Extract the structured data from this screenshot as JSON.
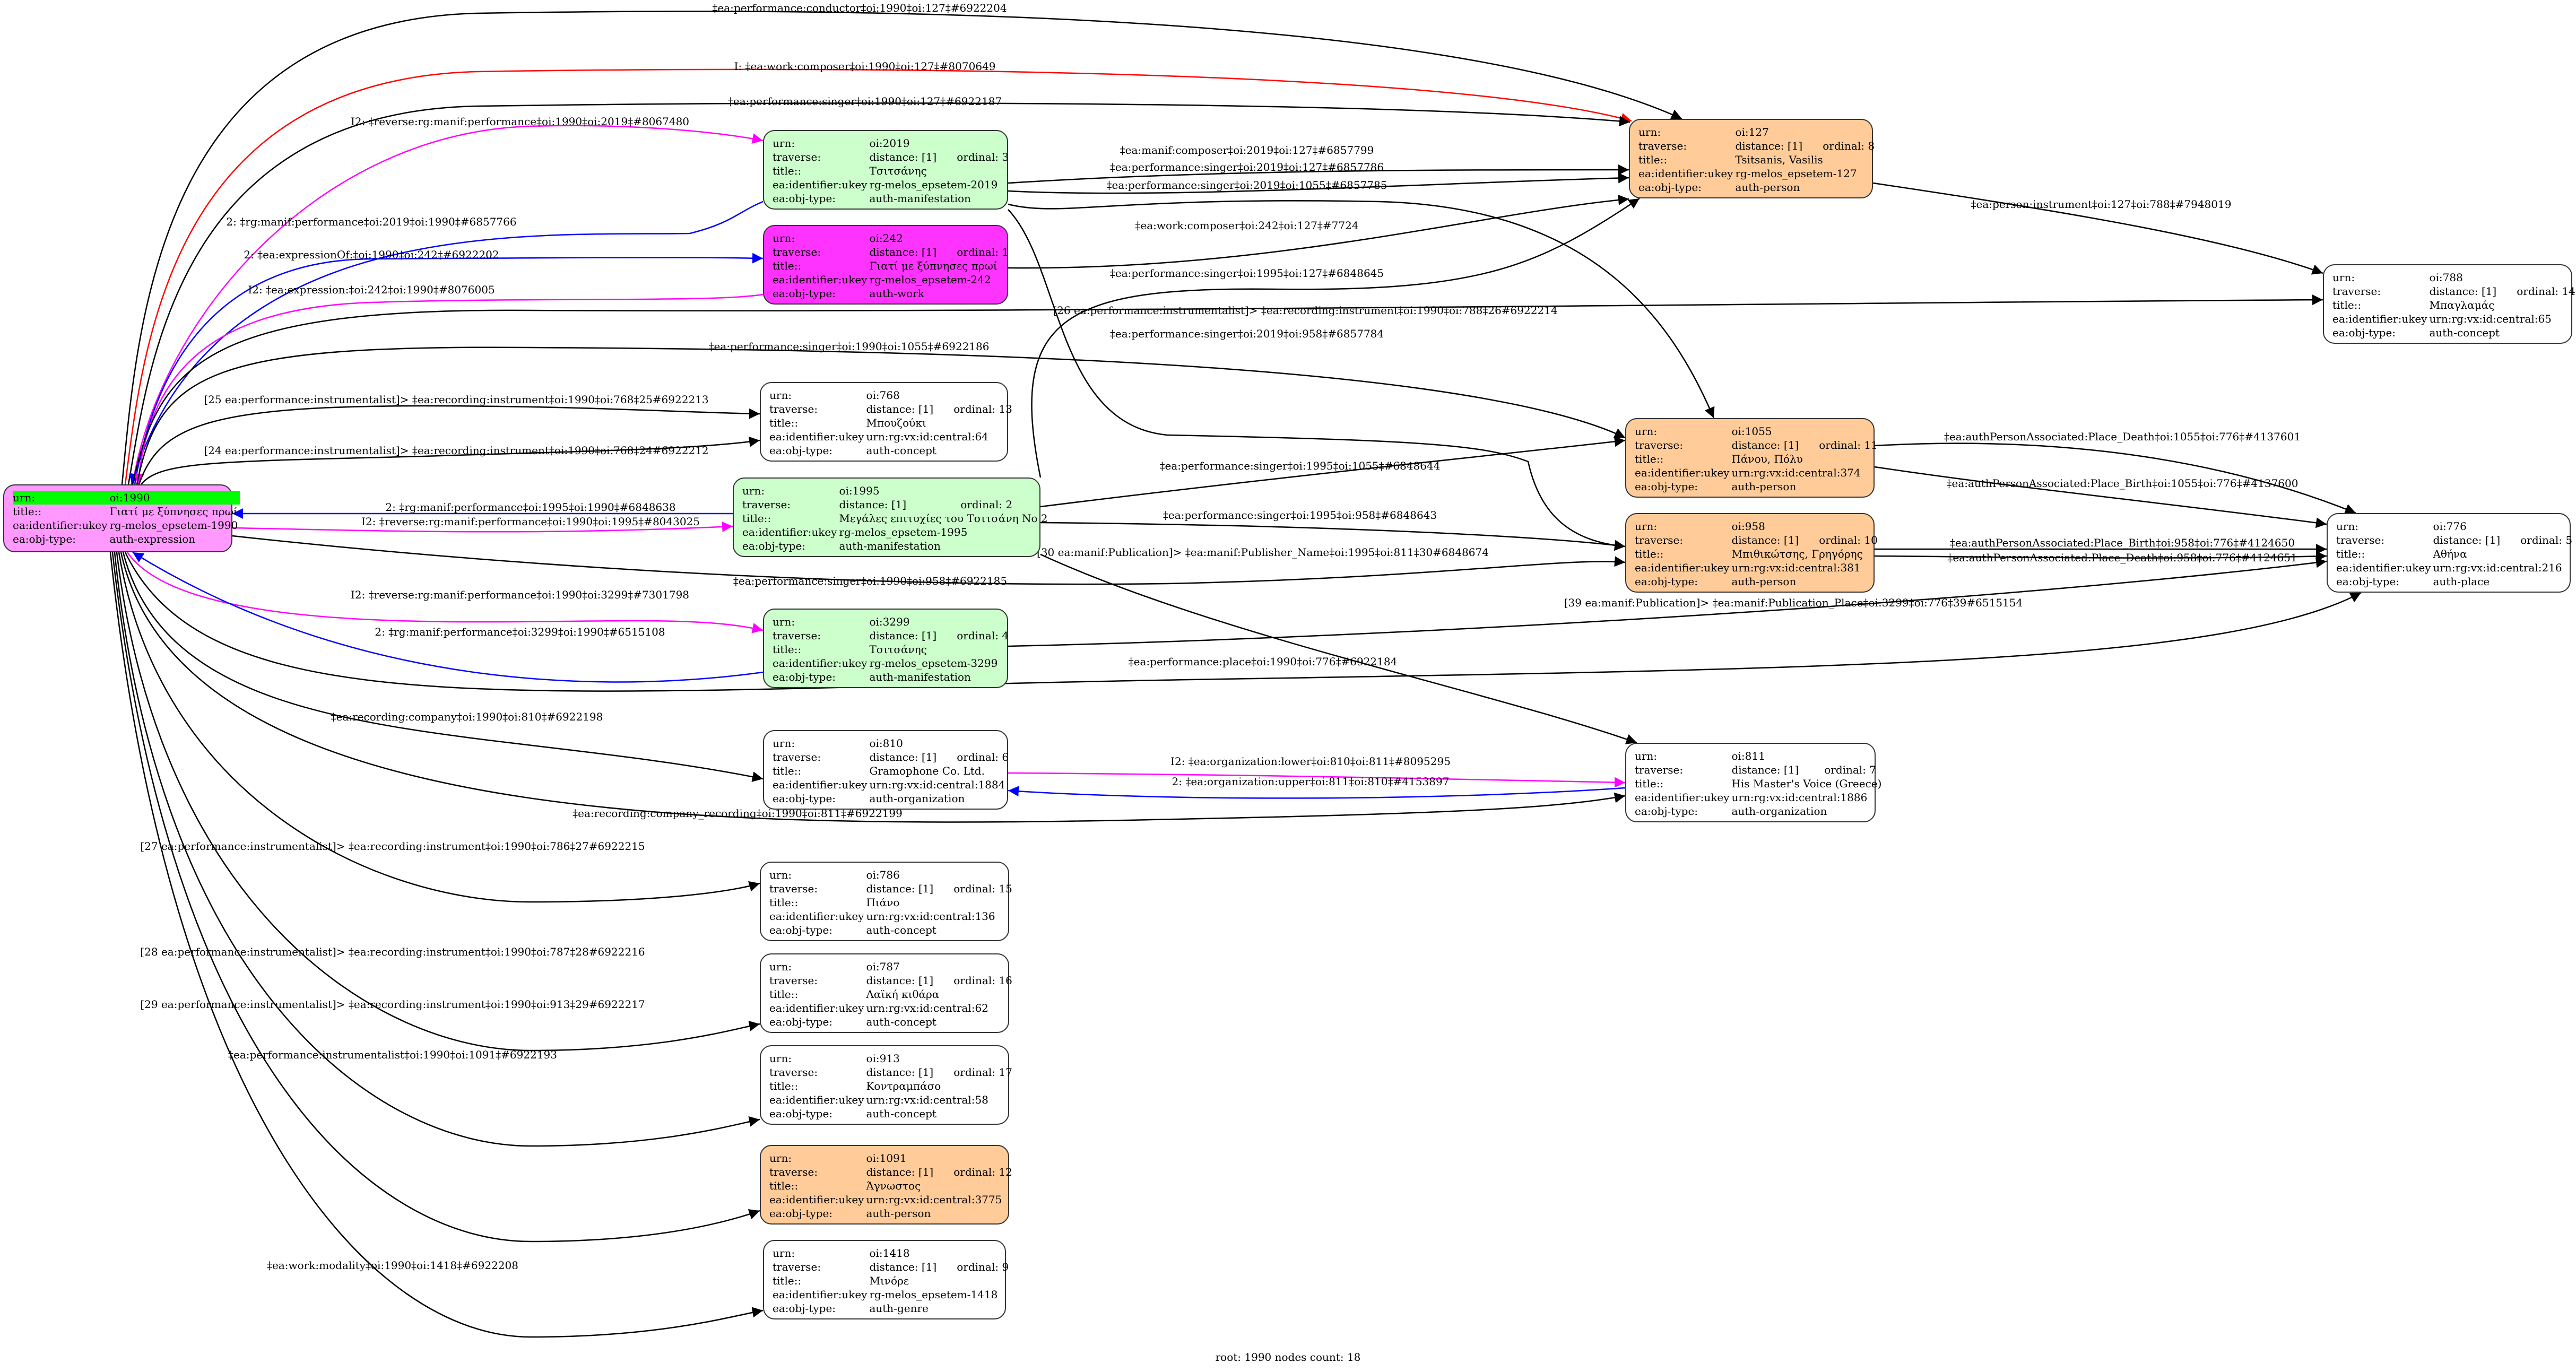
{
  "colors": {
    "auth-expression": "#ff99ff",
    "auth-work": "#ff33ff",
    "auth-manifestation": "#ccffcc",
    "auth-person": "#ffcc99",
    "default": "#ffffff",
    "root_highlight": "#00ff00",
    "edge_black": "#000000",
    "edge_blue": "#0000ff",
    "edge_magenta": "#ff00ff",
    "edge_red": "#ff0000"
  },
  "labels": {
    "urn": "urn:",
    "traverse": "traverse:",
    "title": "title::",
    "ukey": "ea:identifier:ukey",
    "objtype": "ea:obj-type:"
  },
  "nodes": {
    "n1990": {
      "urn": "oi:1990",
      "title": "Γιατί με ξύπνησες πρωί",
      "ukey": "rg-melos_epsetem-1990",
      "objtype": "auth-expression",
      "root": true
    },
    "n2019": {
      "urn": "oi:2019",
      "distance": "distance: [1]",
      "ordinal": "ordinal: 3",
      "title": "Τσιτσάνης",
      "ukey": "rg-melos_epsetem-2019",
      "objtype": "auth-manifestation"
    },
    "n242": {
      "urn": "oi:242",
      "distance": "distance: [1]",
      "ordinal": "ordinal: 1",
      "title": "Γιατί με ξύπνησες πρωί",
      "ukey": "rg-melos_epsetem-242",
      "objtype": "auth-work"
    },
    "n127": {
      "urn": "oi:127",
      "distance": "distance: [1]",
      "ordinal": "ordinal: 8",
      "title": "Tsitsanis, Vasilis",
      "ukey": "rg-melos_epsetem-127",
      "objtype": "auth-person"
    },
    "n788": {
      "urn": "oi:788",
      "distance": "distance: [1]",
      "ordinal": "ordinal: 14",
      "title": "Μπαγλαμάς",
      "ukey": "urn:rg:vx:id:central:65",
      "objtype": "auth-concept"
    },
    "n768": {
      "urn": "oi:768",
      "distance": "distance: [1]",
      "ordinal": "ordinal: 13",
      "title": "Μπουζούκι",
      "ukey": "urn:rg:vx:id:central:64",
      "objtype": "auth-concept"
    },
    "n1055": {
      "urn": "oi:1055",
      "distance": "distance: [1]",
      "ordinal": "ordinal: 11",
      "title": "Πάνου, Πόλυ",
      "ukey": "urn:rg:vx:id:central:374",
      "objtype": "auth-person"
    },
    "n1995": {
      "urn": "oi:1995",
      "distance": "distance: [1]",
      "ordinal": "ordinal: 2",
      "title": "Μεγάλες επιτυχίες του Τσιτσάνη No 2",
      "ukey": "rg-melos_epsetem-1995",
      "objtype": "auth-manifestation"
    },
    "n958": {
      "urn": "oi:958",
      "distance": "distance: [1]",
      "ordinal": "ordinal: 10",
      "title": "Μπιθικώτσης, Γρηγόρης",
      "ukey": "urn:rg:vx:id:central:381",
      "objtype": "auth-person"
    },
    "n776": {
      "urn": "oi:776",
      "distance": "distance: [1]",
      "ordinal": "ordinal: 5",
      "title": "Αθήνα",
      "ukey": "urn:rg:vx:id:central:216",
      "objtype": "auth-place"
    },
    "n3299": {
      "urn": "oi:3299",
      "distance": "distance: [1]",
      "ordinal": "ordinal: 4",
      "title": "Τσιτσάνης",
      "ukey": "rg-melos_epsetem-3299",
      "objtype": "auth-manifestation"
    },
    "n810": {
      "urn": "oi:810",
      "distance": "distance: [1]",
      "ordinal": "ordinal: 6",
      "title": "Gramophone Co. Ltd.",
      "ukey": "urn:rg:vx:id:central:1884",
      "objtype": "auth-organization"
    },
    "n811": {
      "urn": "oi:811",
      "distance": "distance: [1]",
      "ordinal": "ordinal: 7",
      "title": "His Master's Voice (Greece)",
      "ukey": "urn:rg:vx:id:central:1886",
      "objtype": "auth-organization"
    },
    "n786": {
      "urn": "oi:786",
      "distance": "distance: [1]",
      "ordinal": "ordinal: 15",
      "title": "Πιάνο",
      "ukey": "urn:rg:vx:id:central:136",
      "objtype": "auth-concept"
    },
    "n787": {
      "urn": "oi:787",
      "distance": "distance: [1]",
      "ordinal": "ordinal: 16",
      "title": "Λαϊκή κιθάρα",
      "ukey": "urn:rg:vx:id:central:62",
      "objtype": "auth-concept"
    },
    "n913": {
      "urn": "oi:913",
      "distance": "distance: [1]",
      "ordinal": "ordinal: 17",
      "title": "Κοντραμπάσο",
      "ukey": "urn:rg:vx:id:central:58",
      "objtype": "auth-concept"
    },
    "n1091": {
      "urn": "oi:1091",
      "distance": "distance: [1]",
      "ordinal": "ordinal: 12",
      "title": "Άγνωστος",
      "ukey": "urn:rg:vx:id:central:3775",
      "objtype": "auth-person"
    },
    "n1418": {
      "urn": "oi:1418",
      "distance": "distance: [1]",
      "ordinal": "ordinal: 9",
      "title": "Μινόρε",
      "ukey": "rg-melos_epsetem-1418",
      "objtype": "auth-genre"
    }
  },
  "edges": [
    {
      "from": "n1990",
      "to": "n127",
      "color": "black",
      "label": "‡ea:performance:conductor‡oi:1990‡oi:127‡#6922204"
    },
    {
      "from": "n1990",
      "to": "n127",
      "color": "red",
      "label": "I: ‡ea:work:composer‡oi:1990‡oi:127‡#8070649"
    },
    {
      "from": "n1990",
      "to": "n127",
      "color": "black",
      "label": "‡ea:performance:singer‡oi:1990‡oi:127‡#6922187"
    },
    {
      "from": "n1990",
      "to": "n2019",
      "color": "magenta",
      "label": "I2: ‡reverse:rg:manif:performance‡oi:1990‡oi:2019‡#8067480"
    },
    {
      "from": "n2019",
      "to": "n1990",
      "color": "blue",
      "label": "2: ‡rg:manif:performance‡oi:2019‡oi:1990‡#6857766"
    },
    {
      "from": "n1990",
      "to": "n242",
      "color": "blue",
      "label": "2: ‡ea:expressionOf:‡oi:1990‡oi:242‡#6922202"
    },
    {
      "from": "n242",
      "to": "n1990",
      "color": "magenta",
      "label": "I2: ‡ea:expression:‡oi:242‡oi:1990‡#8076005"
    },
    {
      "from": "n2019",
      "to": "n127",
      "color": "black",
      "label": "‡ea:manif:composer‡oi:2019‡oi:127‡#6857799"
    },
    {
      "from": "n2019",
      "to": "n127",
      "color": "black",
      "label": "‡ea:performance:singer‡oi:2019‡oi:127‡#6857786"
    },
    {
      "from": "n2019",
      "to": "n1055",
      "color": "black",
      "label": "‡ea:performance:singer‡oi:2019‡oi:1055‡#6857785"
    },
    {
      "from": "n242",
      "to": "n127",
      "color": "black",
      "label": "‡ea:work:composer‡oi:242‡oi:127‡#7724"
    },
    {
      "from": "n1995",
      "to": "n127",
      "color": "black",
      "label": "‡ea:performance:singer‡oi:1995‡oi:127‡#6848645"
    },
    {
      "from": "n127",
      "to": "n788",
      "color": "black",
      "label": "‡ea:person:instrument‡oi:127‡oi:788‡#7948019"
    },
    {
      "from": "n1990",
      "to": "n788",
      "color": "black",
      "label": "[26 ea:performance:instrumentalist]> ‡ea:recording:instrument‡oi:1990‡oi:788‡26#6922214"
    },
    {
      "from": "n2019",
      "to": "n958",
      "color": "black",
      "label": "‡ea:performance:singer‡oi:2019‡oi:958‡#6857784"
    },
    {
      "from": "n1990",
      "to": "n1055",
      "color": "black",
      "label": "‡ea:performance:singer‡oi:1990‡oi:1055‡#6922186"
    },
    {
      "from": "n1990",
      "to": "n768",
      "color": "black",
      "label": "[25 ea:performance:instrumentalist]> ‡ea:recording:instrument‡oi:1990‡oi:768‡25#6922213"
    },
    {
      "from": "n1990",
      "to": "n768",
      "color": "black",
      "label": "[24 ea:performance:instrumentalist]> ‡ea:recording:instrument‡oi:1990‡oi:768‡24#6922212"
    },
    {
      "from": "n1055",
      "to": "n776",
      "color": "black",
      "label": "‡ea:authPersonAssociated:Place_Death‡oi:1055‡oi:776‡#4137601"
    },
    {
      "from": "n1055",
      "to": "n776",
      "color": "black",
      "label": "‡ea:authPersonAssociated:Place_Birth‡oi:1055‡oi:776‡#4137600"
    },
    {
      "from": "n1995",
      "to": "n1055",
      "color": "black",
      "label": "‡ea:performance:singer‡oi:1995‡oi:1055‡#6848644"
    },
    {
      "from": "n1995",
      "to": "n1990",
      "color": "blue",
      "label": "2: ‡rg:manif:performance‡oi:1995‡oi:1990‡#6848638"
    },
    {
      "from": "n1990",
      "to": "n1995",
      "color": "magenta",
      "label": "I2: ‡reverse:rg:manif:performance‡oi:1990‡oi:1995‡#8043025"
    },
    {
      "from": "n1995",
      "to": "n958",
      "color": "black",
      "label": "‡ea:performance:singer‡oi:1995‡oi:958‡#6848643"
    },
    {
      "from": "n958",
      "to": "n776",
      "color": "black",
      "label": "‡ea:authPersonAssociated:Place_Birth‡oi:958‡oi:776‡#4124650"
    },
    {
      "from": "n958",
      "to": "n776",
      "color": "black",
      "label": "‡ea:authPersonAssociated:Place_Death‡oi:958‡oi:776‡#4124651"
    },
    {
      "from": "n1995",
      "to": "n811",
      "color": "black",
      "label": "[30 ea:manif:Publication]> ‡ea:manif:Publisher_Name‡oi:1995‡oi:811‡30#6848674"
    },
    {
      "from": "n1990",
      "to": "n958",
      "color": "black",
      "label": "‡ea:performance:singer‡oi:1990‡oi:958‡#6922185"
    },
    {
      "from": "n3299",
      "to": "n776",
      "color": "black",
      "label": "[39 ea:manif:Publication]> ‡ea:manif:Publication_Place‡oi:3299‡oi:776‡39#6515154"
    },
    {
      "from": "n1990",
      "to": "n3299",
      "color": "magenta",
      "label": "I2: ‡reverse:rg:manif:performance‡oi:1990‡oi:3299‡#7301798"
    },
    {
      "from": "n3299",
      "to": "n1990",
      "color": "blue",
      "label": "2: ‡rg:manif:performance‡oi:3299‡oi:1990‡#6515108"
    },
    {
      "from": "n1990",
      "to": "n776",
      "color": "black",
      "label": "‡ea:performance:place‡oi:1990‡oi:776‡#6922184"
    },
    {
      "from": "n1990",
      "to": "n810",
      "color": "black",
      "label": "‡ea:recording:company‡oi:1990‡oi:810‡#6922198"
    },
    {
      "from": "n810",
      "to": "n811",
      "color": "magenta",
      "label": "I2: ‡ea:organization:lower‡oi:810‡oi:811‡#8095295"
    },
    {
      "from": "n811",
      "to": "n810",
      "color": "blue",
      "label": "2: ‡ea:organization:upper‡oi:811‡oi:810‡#4153897"
    },
    {
      "from": "n1990",
      "to": "n811",
      "color": "black",
      "label": "‡ea:recording:company_recording‡oi:1990‡oi:811‡#6922199"
    },
    {
      "from": "n1990",
      "to": "n786",
      "color": "black",
      "label": "[27 ea:performance:instrumentalist]> ‡ea:recording:instrument‡oi:1990‡oi:786‡27#6922215"
    },
    {
      "from": "n1990",
      "to": "n787",
      "color": "black",
      "label": "[28 ea:performance:instrumentalist]> ‡ea:recording:instrument‡oi:1990‡oi:787‡28#6922216"
    },
    {
      "from": "n1990",
      "to": "n913",
      "color": "black",
      "label": "[29 ea:performance:instrumentalist]> ‡ea:recording:instrument‡oi:1990‡oi:913‡29#6922217"
    },
    {
      "from": "n1990",
      "to": "n1091",
      "color": "black",
      "label": "‡ea:performance:instrumentalist‡oi:1990‡oi:1091‡#6922193"
    },
    {
      "from": "n1990",
      "to": "n1418",
      "color": "black",
      "label": "‡ea:work:modality‡oi:1990‡oi:1418‡#6922208"
    }
  ],
  "footer": "root: 1990 nodes count: 18"
}
